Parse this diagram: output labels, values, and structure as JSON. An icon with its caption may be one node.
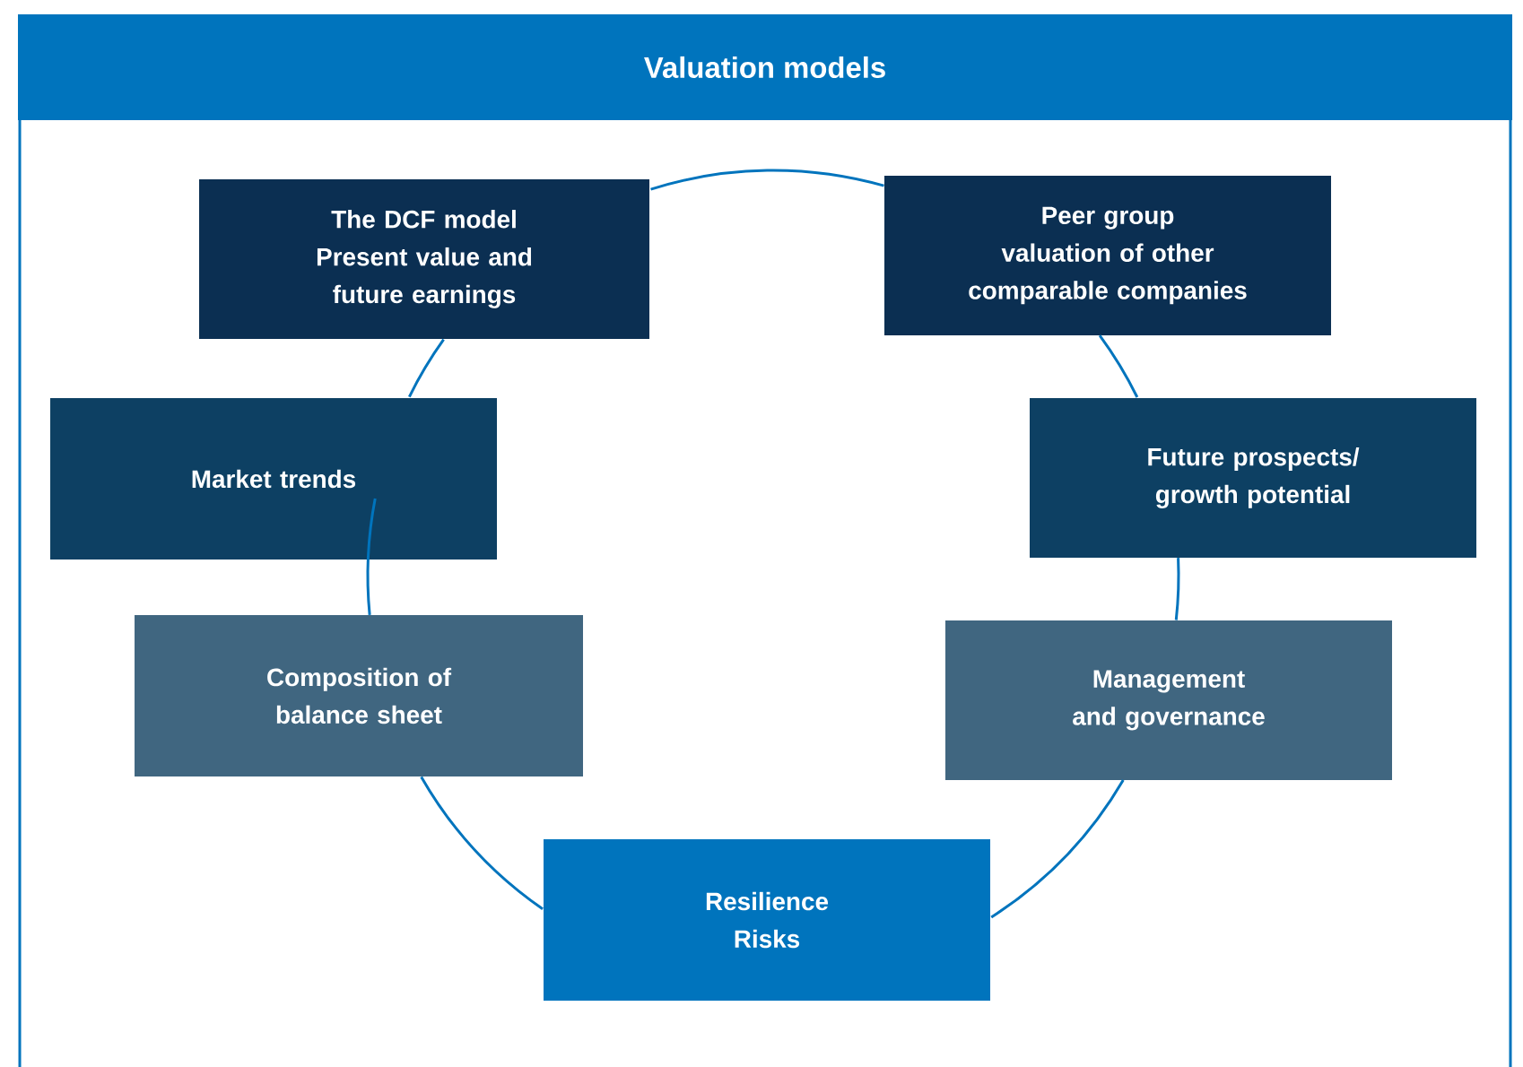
{
  "diagram": {
    "title": "Valuation models",
    "nodes": [
      {
        "text": [
          "The DCF model",
          "Present value and future earnings"
        ]
      },
      {
        "text": [
          "Peer group",
          "valuation of other comparable companies"
        ]
      },
      {
        "text": [
          "Market trends"
        ]
      },
      {
        "text": [
          "Future prospects/ growth potential"
        ]
      },
      {
        "text": [
          "Composition of balance sheet"
        ]
      },
      {
        "text": [
          "Management and governance"
        ]
      },
      {
        "text": [
          "Resilience",
          "Risks"
        ]
      }
    ],
    "edges": [
      {
        "from": 0,
        "to": 1,
        "arrow": "none"
      },
      {
        "from": 1,
        "to": 3,
        "arrow": "none"
      },
      {
        "from": 3,
        "to": 5,
        "arrow": "none"
      },
      {
        "from": 5,
        "to": 6,
        "arrow": "none"
      },
      {
        "from": 6,
        "to": 4,
        "arrow": "none"
      },
      {
        "from": 4,
        "to": 2,
        "arrow": "none"
      },
      {
        "from": 2,
        "to": 0,
        "arrow": "none"
      }
    ]
  }
}
